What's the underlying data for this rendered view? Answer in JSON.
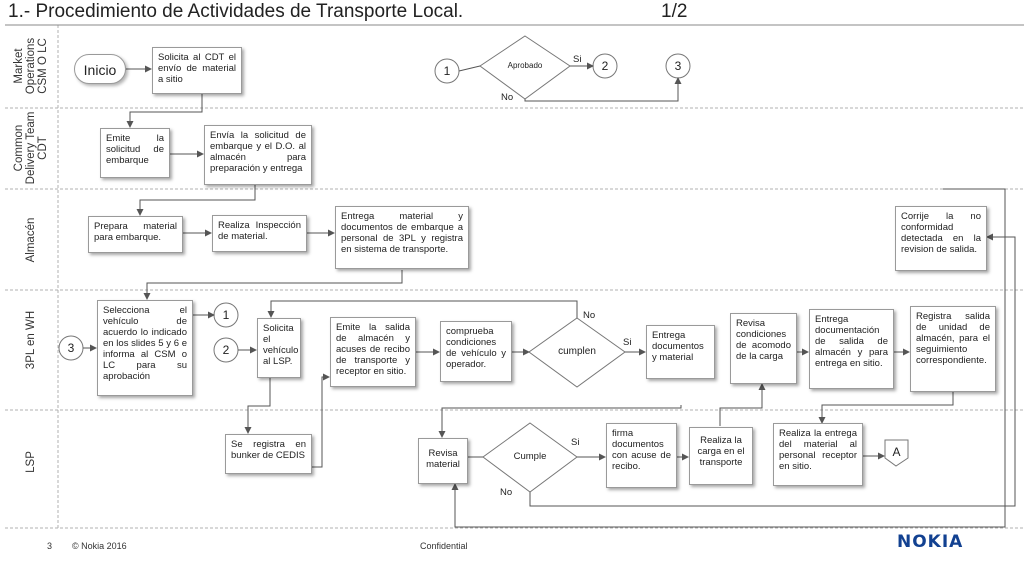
{
  "title": "1.- Procedimiento de Actividades de Transporte Local.",
  "page_num": "1/2",
  "lanes": [
    "Market Operations CSM O LC",
    "Common Delivery Team CDT",
    "Almacén",
    "3PL en WH",
    "LSP"
  ],
  "start": "Inicio",
  "boxes": {
    "b1": "Solicita al CDT el envío de material a sitio",
    "b2": "Emite la solicitud de embarque",
    "b3": "Envía la solicitud de embarque y el D.O. al almacén para preparación y entrega",
    "b4": "Prepara material para embarque.",
    "b5": "Realiza Inspección de material.",
    "b6": "Entrega material y documentos de embarque a personal de 3PL y registra en sistema de transporte.",
    "b7": "Corrije la no conformidad detectada en la revision de salida.",
    "b8": "Selecciona el vehículo de acuerdo lo indicado en los slides 5 y 6 e informa al CSM o LC para su aprobación",
    "b9": "Solicita el vehículo al LSP.",
    "b10": "Emite la salida de almacén y acuses de recibo de transporte y receptor en sitio.",
    "b11": "comprueba condiciones de vehículo y operador.",
    "b12": "Entrega documentos y material",
    "b13": "Revisa condiciones de acomodo de la carga",
    "b14": "Entrega documentación de salida de almacén y para entrega en sitio.",
    "b15": "Registra salida de unidad de almacén, para el seguimiento correspondiente.",
    "b16": "Se registra en bunker de CEDIS",
    "b17": "Revisa material",
    "b18": "firma documentos con acuse de recibo.",
    "b19": "Realiza la carga en el transporte",
    "b20": "Realiza la entrega del material al personal receptor en sitio."
  },
  "decisions": {
    "d1": "Aprobado",
    "d2": "cumplen",
    "d3": "Cumple"
  },
  "connectors": {
    "c1": "1",
    "c2": "2",
    "c3": "3",
    "c4": "3",
    "c5": "1",
    "c6": "2",
    "offpage": "A"
  },
  "labels": {
    "si": "Si",
    "no": "No"
  },
  "footer": {
    "slide": "3",
    "copyright": "© Nokia 2016",
    "confidential": "Confidential",
    "logo": "NOKIA"
  },
  "colors": {
    "logo": "#124191",
    "line": "#555555",
    "lane_divider": "#b0b0b0"
  }
}
